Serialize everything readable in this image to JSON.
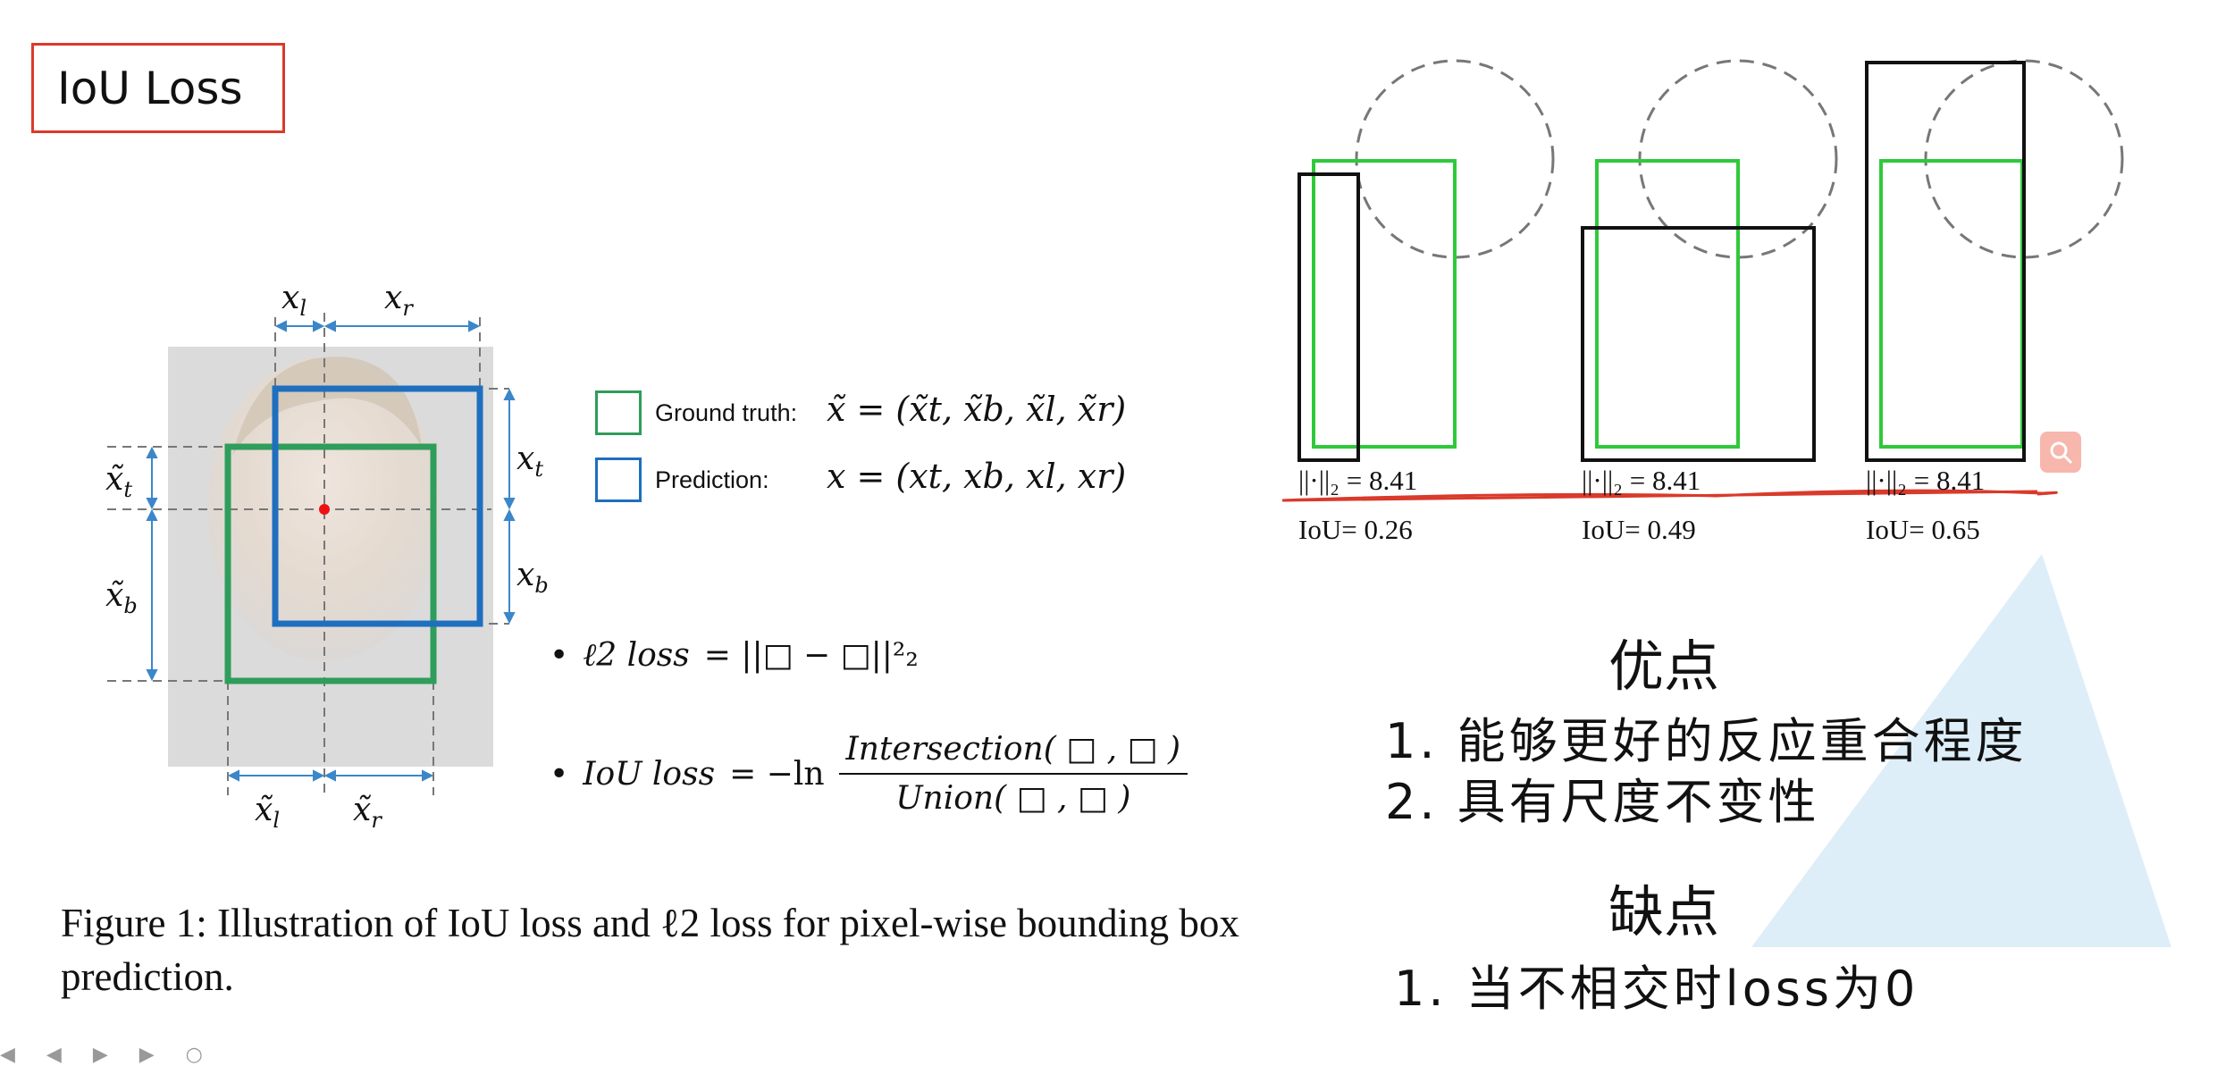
{
  "title": "IoU Loss",
  "figure": {
    "label_xl": "x",
    "sub_l": "l",
    "label_xr": "x",
    "sub_r": "r",
    "label_xt": "x",
    "sub_t": "t",
    "label_xb": "x",
    "sub_b": "b",
    "legend_gt": "Ground truth:",
    "legend_gt_formula": "x̃ = (x̃t, x̃b, x̃l, x̃r)",
    "legend_pred": "Prediction:",
    "legend_pred_formula": "x = (xt, xb, xl, xr)",
    "l2_loss_label": "ℓ2  loss",
    "l2_loss_formula": "= ||□ − □||²₂",
    "iou_loss_label": "IoU loss",
    "iou_loss_lhs": "= −ln",
    "iou_numerator": "Intersection( □ , □ )",
    "iou_denominator": "Union( □ , □ )",
    "caption": "Figure 1: Illustration of IoU loss and ℓ2 loss for pixel-wise bounding box prediction."
  },
  "examples": [
    {
      "norm": "||·||₂ = 8.41",
      "iou": "IoU= 0.26"
    },
    {
      "norm": "||·||₂ = 8.41",
      "iou": "IoU= 0.49"
    },
    {
      "norm": "||·||₂ = 8.41",
      "iou": "IoU= 0.65"
    }
  ],
  "advantages": {
    "heading": "优点",
    "items": [
      "1. 能够更好的反应重合程度",
      "2. 具有尺度不变性"
    ]
  },
  "disadvantages": {
    "heading": "缺点",
    "items": [
      "1. 当不相交时loss为0"
    ]
  },
  "colors": {
    "gt_green": "#2f9d5b",
    "pred_blue": "#1f6fbf",
    "box_green": "#2fc93a",
    "accent_red": "#d93a2b",
    "triangle": "#cfe6f4"
  },
  "icons": {
    "search": "search-icon"
  }
}
